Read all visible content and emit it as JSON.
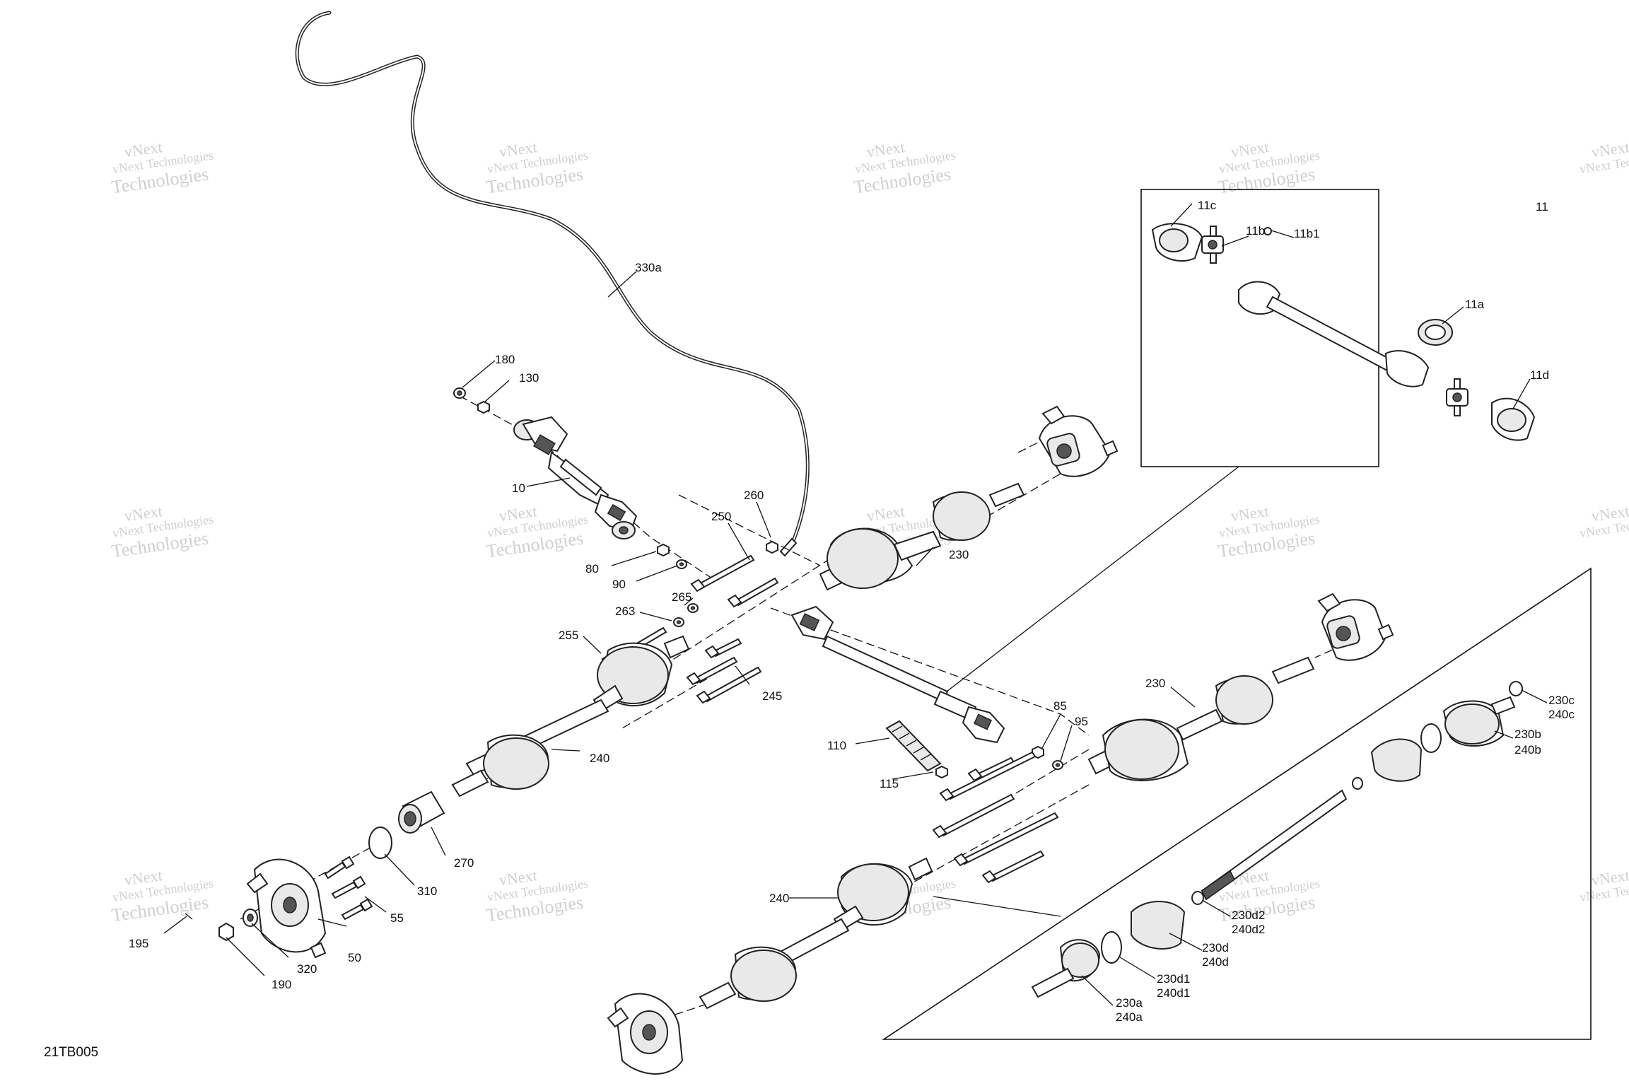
{
  "diagram": {
    "id": "21TB005",
    "watermark": {
      "line1": "vNext Technologies",
      "line2": "Technologies",
      "line3": "vNext"
    }
  },
  "callouts": {
    "c330a": "330a",
    "c180": "180",
    "c130": "130",
    "c10": "10",
    "c260": "260",
    "c250": "250",
    "c80": "80",
    "c90": "90",
    "c265": "265",
    "c263": "263",
    "c255": "255",
    "c245": "245",
    "c240_front": "240",
    "c230_front": "230",
    "c270": "270",
    "c310": "310",
    "c55": "55",
    "c50": "50",
    "c320": "320",
    "c190": "190",
    "c195": "195",
    "c110": "110",
    "c115": "115",
    "c85": "85",
    "c95": "95",
    "c230_rear": "230",
    "c240_rear": "240",
    "c11": "11",
    "c11a": "11a",
    "c11b": "11b",
    "c11b1": "11b1",
    "c11c": "11c",
    "c11d": "11d",
    "c230c": "230c",
    "c240c": "240c",
    "c230b": "230b",
    "c240b": "240b",
    "c230d2": "230d2",
    "c240d2": "240d2",
    "c230d": "230d",
    "c240d": "240d",
    "c230d1": "230d1",
    "c240d1": "240d1",
    "c230a": "230a",
    "c240a": "240a"
  }
}
